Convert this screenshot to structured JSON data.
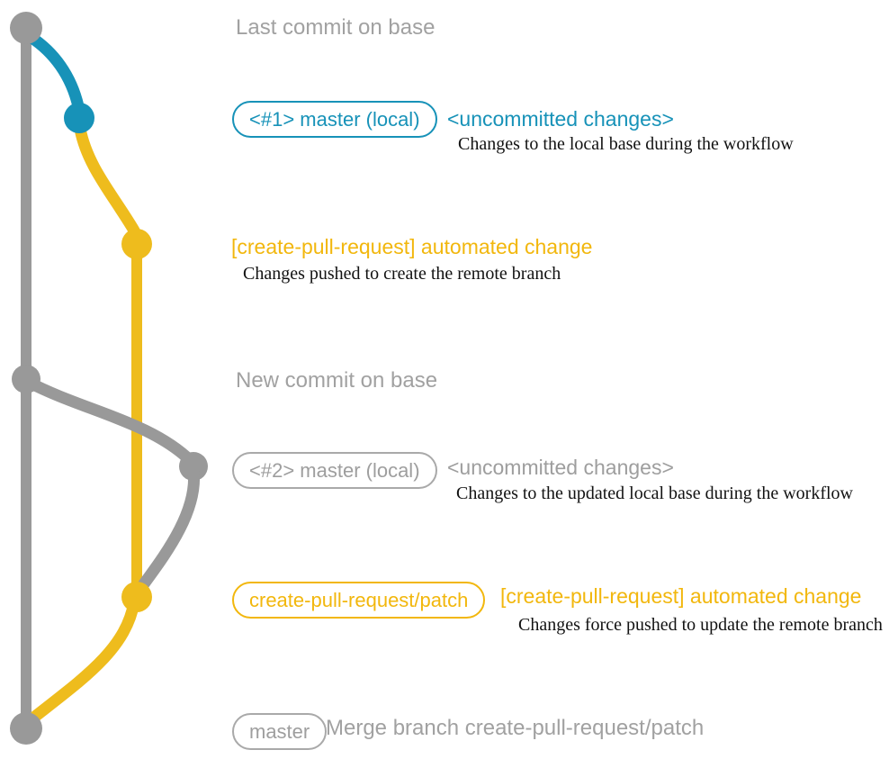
{
  "colors": {
    "teal": "#1792b8",
    "yellow_graph": "#eebc1d",
    "yellow_text": "#f2b70d",
    "gray_graph": "#999999",
    "gray_text": "#a1a1a1",
    "desc_text": "#121212"
  },
  "graph": {
    "branches": [
      {
        "name": "base",
        "color": "#999999"
      },
      {
        "name": "master (local)",
        "color": "#1792b8"
      },
      {
        "name": "create-pull-request/patch",
        "color": "#eebc1d"
      }
    ],
    "commits": [
      {
        "id": "last-commit-on-base",
        "branch": "base",
        "color": "#999999"
      },
      {
        "id": "uncommitted-changes-1",
        "branch": "master (local)",
        "color": "#1792b8"
      },
      {
        "id": "automated-change-1",
        "branch": "create-pull-request/patch",
        "color": "#eebc1d"
      },
      {
        "id": "new-commit-on-base",
        "branch": "base",
        "color": "#999999"
      },
      {
        "id": "uncommitted-changes-2",
        "branch": "master (local)",
        "color": "#999999"
      },
      {
        "id": "automated-change-2",
        "branch": "create-pull-request/patch",
        "color": "#eebc1d"
      },
      {
        "id": "merge-commit",
        "branch": "base",
        "color": "#999999"
      }
    ]
  },
  "rows": {
    "row1": {
      "label": "Last commit on base"
    },
    "row2": {
      "badge": "<#1> master (local)",
      "title": "<uncommitted changes>",
      "desc": "Changes to the local base during the workflow"
    },
    "row3": {
      "title": "[create-pull-request] automated change",
      "desc": "Changes pushed to create the remote branch"
    },
    "row4": {
      "label": "New commit on base"
    },
    "row5": {
      "badge": "<#2> master (local)",
      "title": "<uncommitted changes>",
      "desc": "Changes to the updated local base during the workflow"
    },
    "row6": {
      "badge": "create-pull-request/patch",
      "title": "[create-pull-request] automated change",
      "desc": "Changes force pushed to update the remote branch"
    },
    "row7": {
      "badge": "master",
      "label": "Merge branch create-pull-request/patch"
    }
  }
}
